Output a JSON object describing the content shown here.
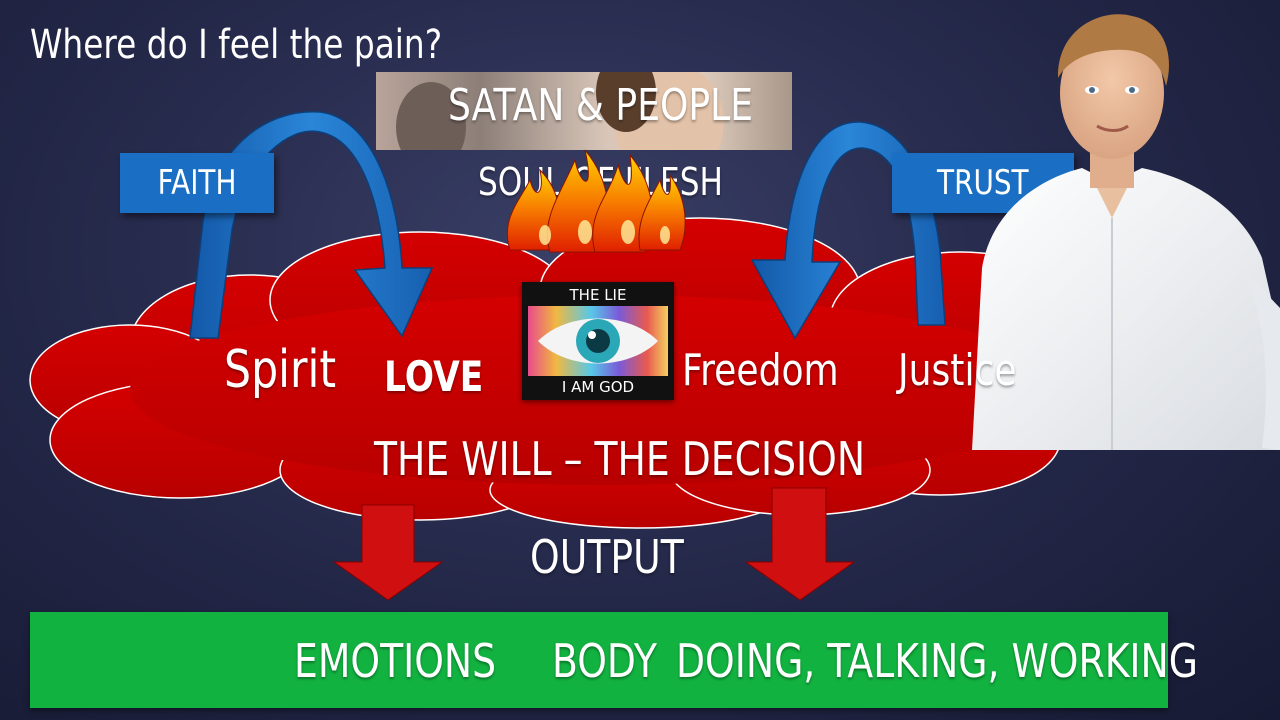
{
  "slide": {
    "title": "Where do I feel the pain?",
    "satan_label": "SATAN & PEOPLE",
    "soul_label": "SOUL OF FLESH",
    "faith_label": "FAITH",
    "trust_label": "TRUST",
    "spirit_label": "Spirit",
    "love_label": "LOVE",
    "freedom_label": "Freedom",
    "justice_label": "Justice",
    "will_label": "THE WILL – THE DECISION",
    "output_label": "OUTPUT",
    "lie_top": "THE LIE",
    "lie_bottom": "I AM GOD",
    "bottom_items": [
      "EMOTIONS",
      "BODY",
      "DOING, TALKING, WORKING"
    ]
  },
  "colors": {
    "cloud": "#c80000",
    "arrow_blue": "#1f78c8",
    "label_blue": "#1a6fc4",
    "output_red": "#d01010",
    "bar_green": "#12b240"
  },
  "icons": [
    "flame-icon",
    "eye-icon",
    "down-arrow-icon",
    "curved-arrow-icon"
  ]
}
